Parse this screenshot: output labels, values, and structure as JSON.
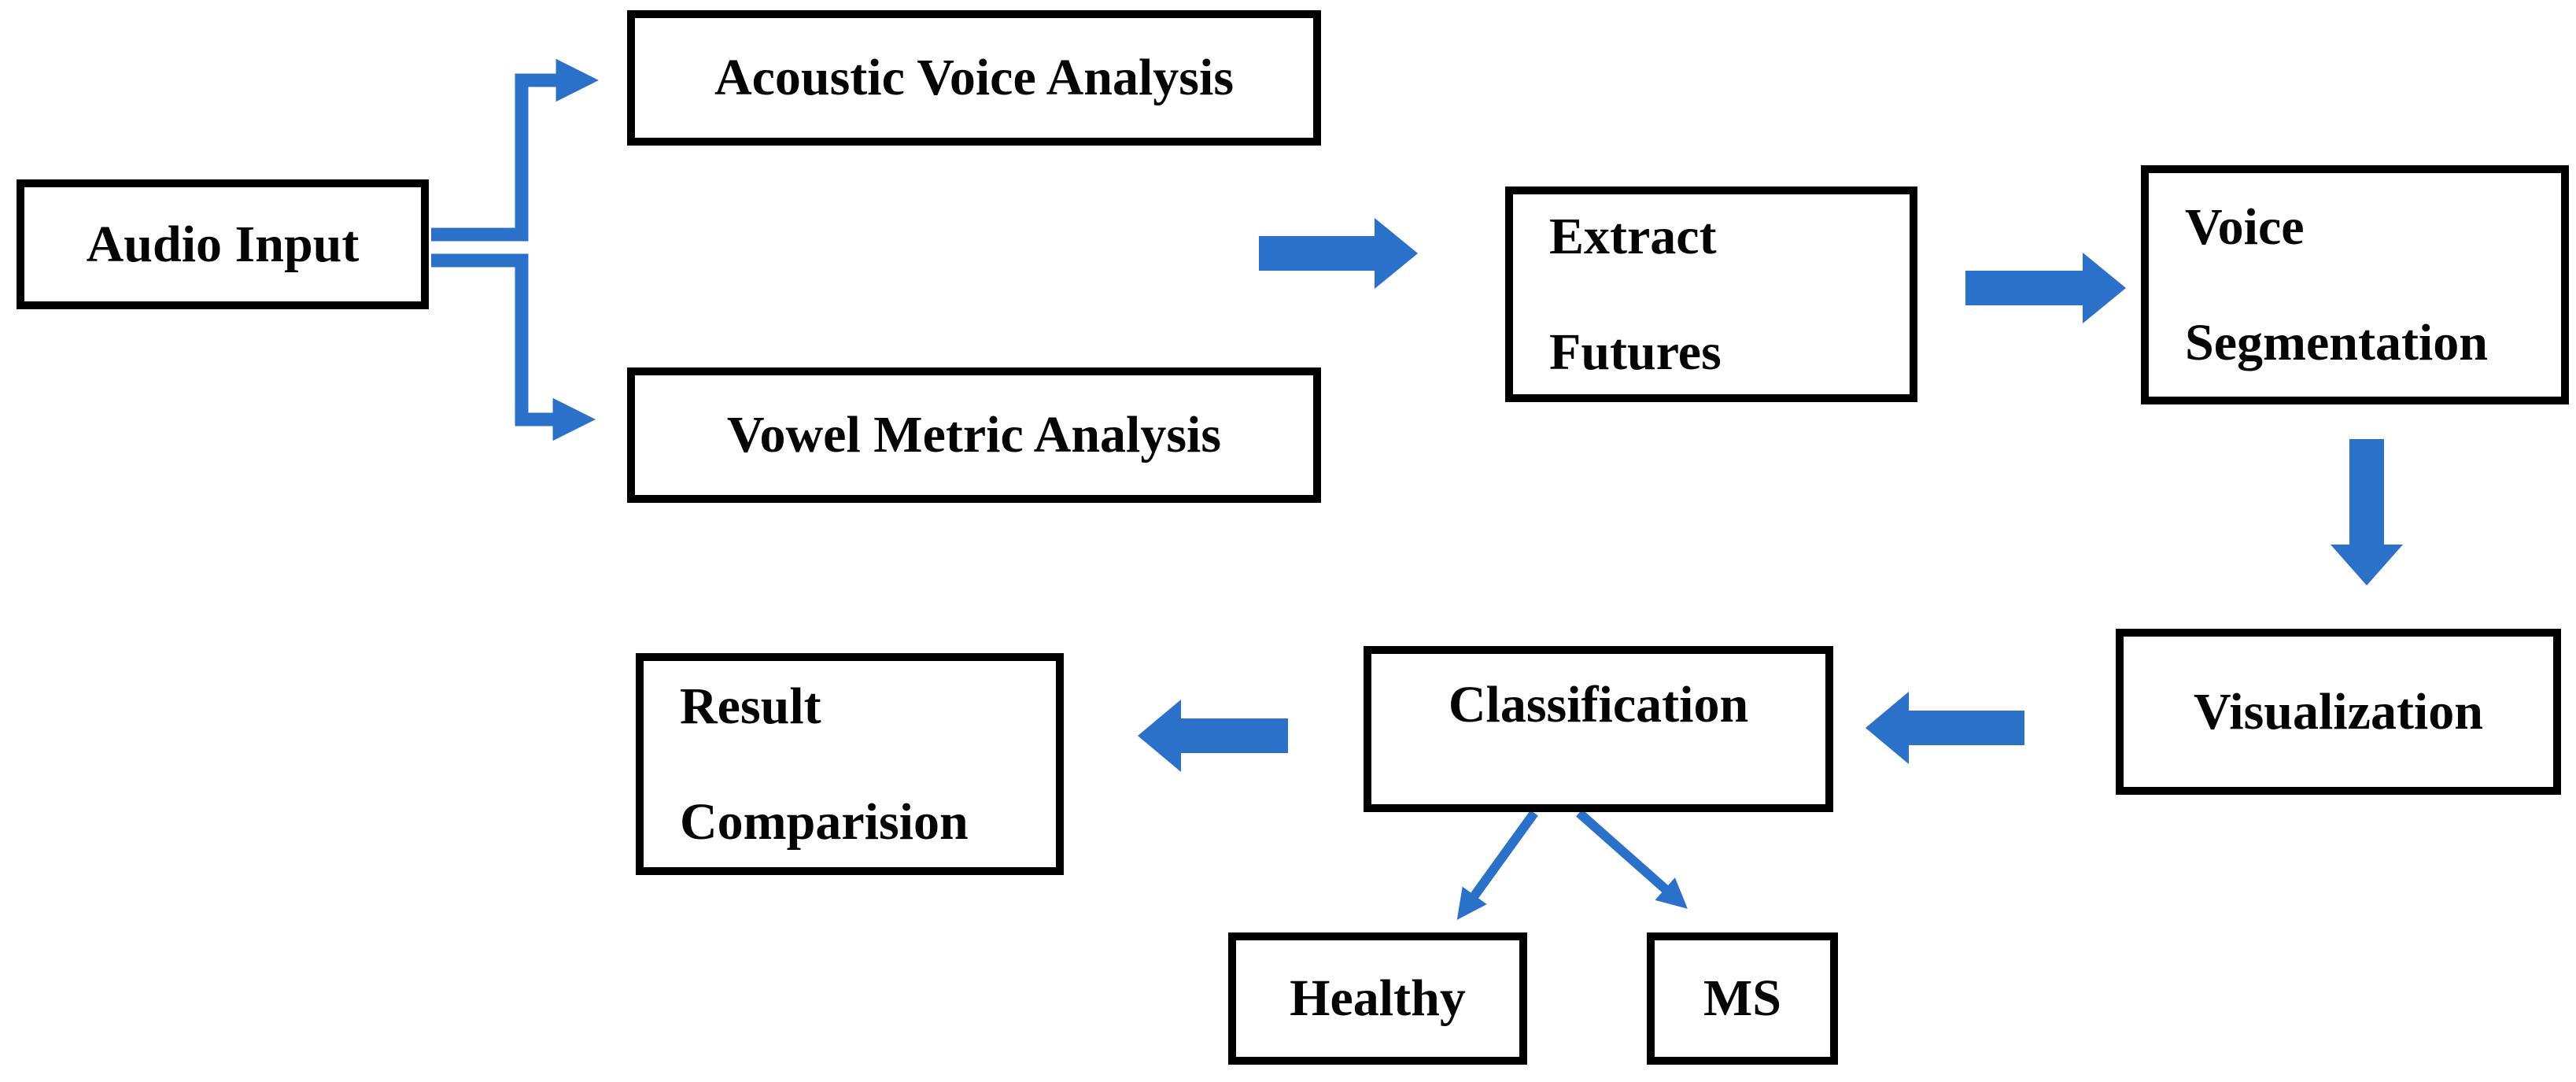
{
  "diagram": {
    "title": "Audio processing and MS classification flowchart",
    "colors": {
      "arrow_blue": "#2b70c9",
      "box_border": "#000000",
      "box_fill": "#ffffff",
      "text": "#050505",
      "background": "#ffffff"
    },
    "nodes": {
      "audio_input": {
        "label": "Audio Input"
      },
      "acoustic": {
        "label": "Acoustic Voice Analysis"
      },
      "vowel": {
        "label": "Vowel Metric Analysis"
      },
      "extract": {
        "line1": "Extract",
        "line2": "Futures"
      },
      "voice_segmentation": {
        "line1": "Voice",
        "line2": "Segmentation"
      },
      "visualization": {
        "label": "Visualization"
      },
      "classification": {
        "label": "Classification"
      },
      "result_comparison": {
        "line1": "Result",
        "line2": "Comparision"
      },
      "healthy": {
        "label": "Healthy"
      },
      "ms": {
        "label": "MS"
      }
    },
    "edges": [
      {
        "from": "audio_input",
        "to": "acoustic",
        "style": "elbow-up-right"
      },
      {
        "from": "audio_input",
        "to": "vowel",
        "style": "elbow-down-right"
      },
      {
        "from": "analysis",
        "to": "extract",
        "style": "block-right"
      },
      {
        "from": "extract",
        "to": "voice_segmentation",
        "style": "block-right"
      },
      {
        "from": "voice_segmentation",
        "to": "visualization",
        "style": "block-down"
      },
      {
        "from": "visualization",
        "to": "classification",
        "style": "block-left"
      },
      {
        "from": "classification",
        "to": "result_comparison",
        "style": "block-left"
      },
      {
        "from": "classification",
        "to": "healthy",
        "style": "thin-diagonal"
      },
      {
        "from": "classification",
        "to": "ms",
        "style": "thin-diagonal"
      }
    ]
  }
}
